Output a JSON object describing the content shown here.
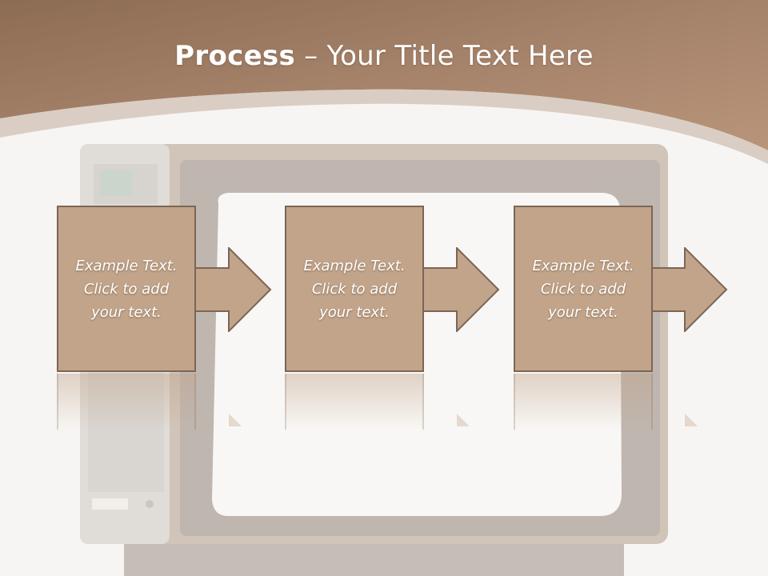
{
  "slide": {
    "title_bold": "Process",
    "title_rest": " – Your Title Text Here",
    "steps": [
      {
        "text": "Example Text.\nClick  to add\nyour text."
      },
      {
        "text": "Example Text.\nClick  to add\nyour text."
      },
      {
        "text": "Example Text.\nClick  to add\nyour text."
      }
    ]
  },
  "colors": {
    "header": "#a58266",
    "box_fill": "#c2a48a",
    "box_border": "#7b6656",
    "background": "#f7f5f3"
  }
}
